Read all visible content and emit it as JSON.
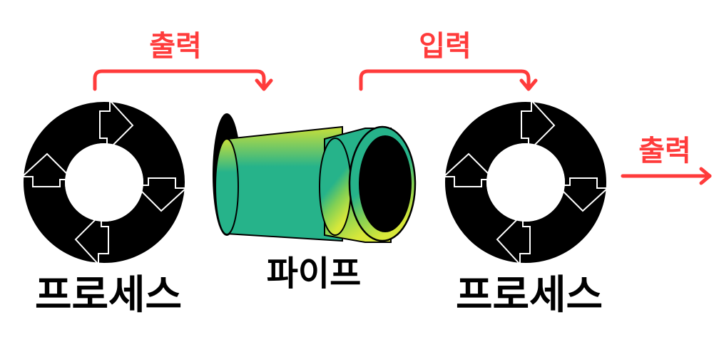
{
  "diagram": {
    "labels": {
      "output_left": "출력",
      "input": "입력",
      "output_right": "출력",
      "process_left": "프로세스",
      "pipe": "파이프",
      "process_right": "프로세스"
    },
    "colors": {
      "arrow": "#ff3b3b",
      "cycle": "#000000",
      "pipe_body": "#26b38a",
      "pipe_highlight": "#c8e03a"
    },
    "icons": {
      "process": "cycle-arrows-icon",
      "pipe": "pipe-icon"
    }
  }
}
